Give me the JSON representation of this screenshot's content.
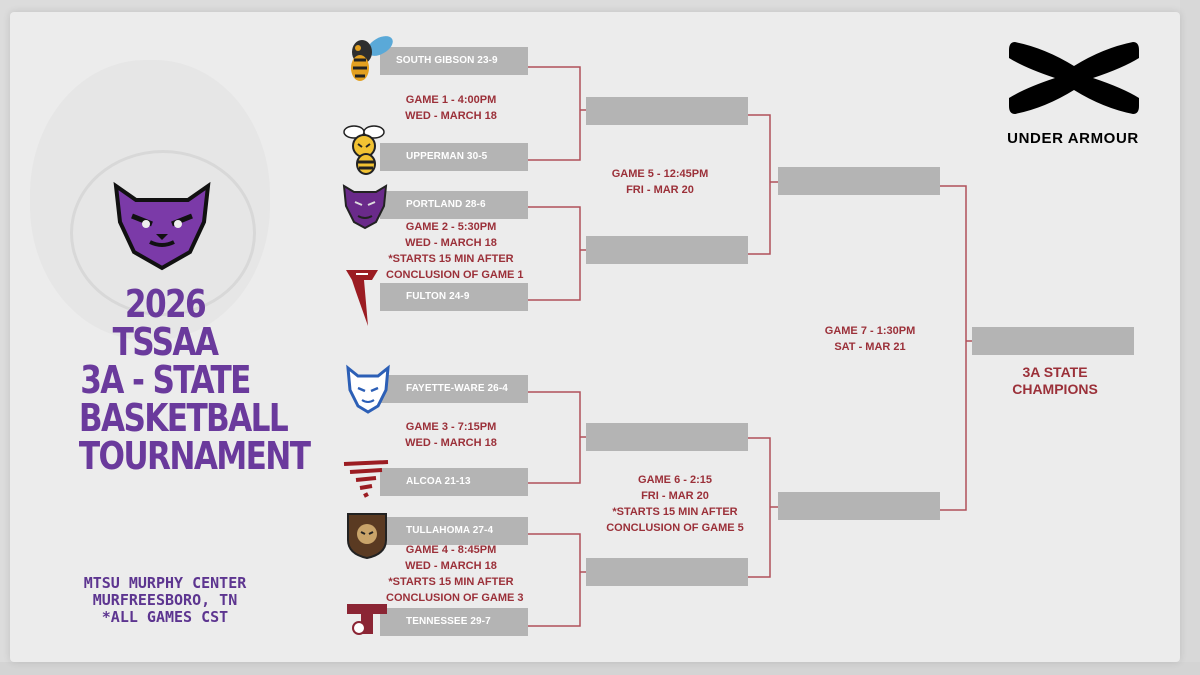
{
  "tournament": {
    "title_lines": [
      "2026 TSSAA",
      "3A - STATE",
      "BASKETBALL",
      "TOURNAMENT"
    ],
    "venue_lines": [
      "MTSU MURPHY CENTER",
      "MURFREESBORO, TN",
      "*ALL GAMES CST"
    ],
    "sponsor": "UNDER ARMOUR",
    "champion_lines": [
      "3A STATE",
      "CHAMPIONS"
    ]
  },
  "teams": [
    {
      "label": "SOUTH GIBSON 23-9",
      "logo": "hornet-icon"
    },
    {
      "label": "UPPERMAN 30-5",
      "logo": "bee-icon"
    },
    {
      "label": "PORTLAND 28-6",
      "logo": "panther-icon"
    },
    {
      "label": "FULTON 24-9",
      "logo": "falcon-icon"
    },
    {
      "label": "FAYETTE-WARE 26-4",
      "logo": "wildcat-icon"
    },
    {
      "label": "ALCOA 21-13",
      "logo": "tornado-icon"
    },
    {
      "label": "TULLAHOMA 27-4",
      "logo": "wildcat-shield-icon"
    },
    {
      "label": "TENNESSEE 29-7",
      "logo": "t-logo-icon"
    }
  ],
  "games": {
    "g1": [
      "GAME 1 - 4:00PM",
      "WED - MARCH 18"
    ],
    "g2": [
      "GAME 2 - 5:30PM",
      "WED - MARCH 18",
      "*STARTS 15 MIN AFTER",
      "CONCLUSION OF GAME 1"
    ],
    "g3": [
      "GAME 3 - 7:15PM",
      "WED - MARCH 18"
    ],
    "g4": [
      "GAME 4 - 8:45PM",
      "WED - MARCH 18",
      "*STARTS 15 MIN AFTER",
      "CONCLUSION OF GAME 3"
    ],
    "g5": [
      "GAME 5 - 12:45PM",
      "FRI - MAR 20"
    ],
    "g6": [
      "GAME 6 - 2:15",
      "FRI - MAR 20",
      "*STARTS 15 MIN AFTER",
      "CONCLUSION OF GAME 5"
    ],
    "g7": [
      "GAME 7 - 1:30PM",
      "SAT - MAR 21"
    ]
  },
  "colors": {
    "bracket_line": "#b0505a",
    "slot": "#b4b4b4",
    "game_text": "#9b3039",
    "title_purple": "#6a3a9c"
  }
}
